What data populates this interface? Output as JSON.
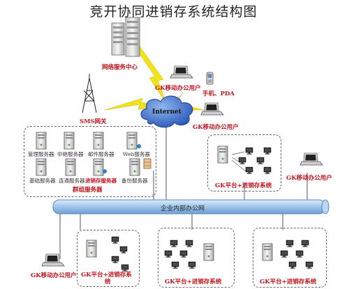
{
  "title": "竞开协同进销存系统结构图",
  "labels": {
    "network_center": "网络服务中心",
    "internet": "Internet",
    "mobile_user_1": "GK移动办公用户",
    "phone_pda": "手机、PDA",
    "mobile_user_2": "GK移动办公用户",
    "sms_gateway": "SMS网关",
    "lan": "企业内部办公网",
    "mobile_user_right": "GK移动办公用户",
    "mobile_user_bottom": "GK移动办公用户",
    "cluster_name": "群组服务器"
  },
  "servers": [
    {
      "name": "管理服务器"
    },
    {
      "name": "中继服务器"
    },
    {
      "name": "邮件服务器"
    },
    {
      "name": "Web服务器"
    },
    {
      "name": "基础服务器"
    },
    {
      "name": "连通服务器"
    },
    {
      "name": "进销存服务器"
    },
    {
      "name": "备份服务器"
    }
  ],
  "platforms": {
    "top_right": "GK平台+进销存系统",
    "bottom_left_line1": "GK平台+进销存系",
    "bottom_left_line2": "统",
    "bottom_mid": "GK平台+进销存系统",
    "bottom_right": "GK平台+进销存系统"
  },
  "colors": {
    "label_red": "#c0141e",
    "cloud_blue": "#3b6fc9",
    "lan_bar": "#9fc4ea",
    "lightning": "#f2e21a"
  }
}
